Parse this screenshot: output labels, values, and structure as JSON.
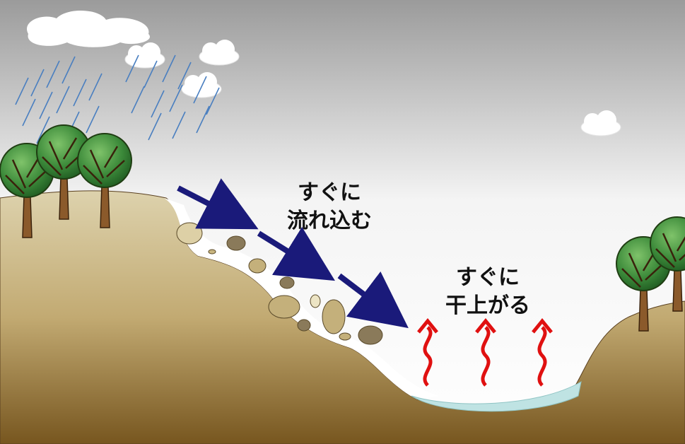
{
  "labels": {
    "runoff_line1": "すぐに",
    "runoff_line2": "流れ込む",
    "evap_line1": "すぐに",
    "evap_line2": "干上がる"
  },
  "colors": {
    "sky_top": "#9a9a9a",
    "sky_bottom": "#ffffff",
    "ground_top": "#d6c9a2",
    "ground_bottom": "#7a5a26",
    "water": "#bfe3e3",
    "flow_arrow": "#1a1a7a",
    "heat_arrow": "#e01010",
    "rain": "#4a7fc0",
    "tree_foliage": "#3c8a3a",
    "tree_trunk": "#8b5a2b",
    "rock": "#d2c08f"
  },
  "icons": {
    "rain": "rain-streaks",
    "cloud": "cloud",
    "tree": "tree",
    "flow": "arrow-down-right",
    "heat": "wavy-arrow-up"
  }
}
